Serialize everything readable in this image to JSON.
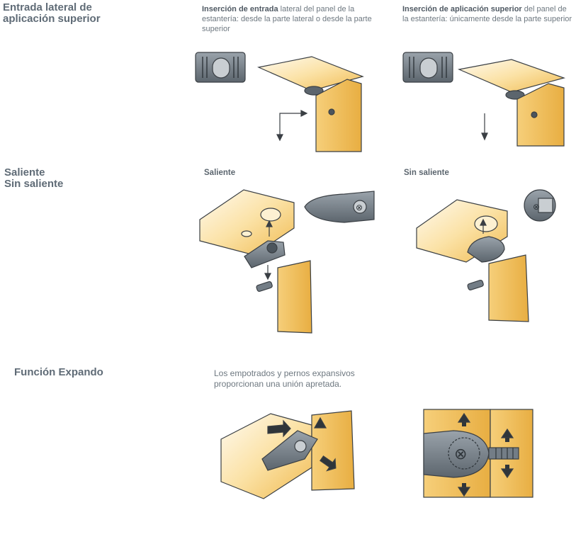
{
  "sections": {
    "insertion": {
      "heading": "Entrada lateral de\naplicación superior",
      "left_caption_bold": "Inserción de entrada",
      "left_caption_rest": " lateral del panel de la estantería: desde la parte lateral o desde la parte superior",
      "right_caption_bold": "Inserción de aplicación superior",
      "right_caption_rest": " del panel de la estantería: únicamente desde la parte superior"
    },
    "projection": {
      "heading": "Saliente\nSin saliente",
      "left_label": "Saliente",
      "right_label": "Sin saliente"
    },
    "expando": {
      "heading": "Función Expando",
      "description": "Los empotrados y pernos expansivos\nproporcionan una unión apretada."
    }
  },
  "colors": {
    "wood_light": "#fbe7b8",
    "wood_mid": "#f3c565",
    "wood_dark": "#e6ad3e",
    "metal": "#737d86",
    "metal_dark": "#4c555d",
    "outline": "#3a3f44",
    "heading": "#5f6b76"
  }
}
